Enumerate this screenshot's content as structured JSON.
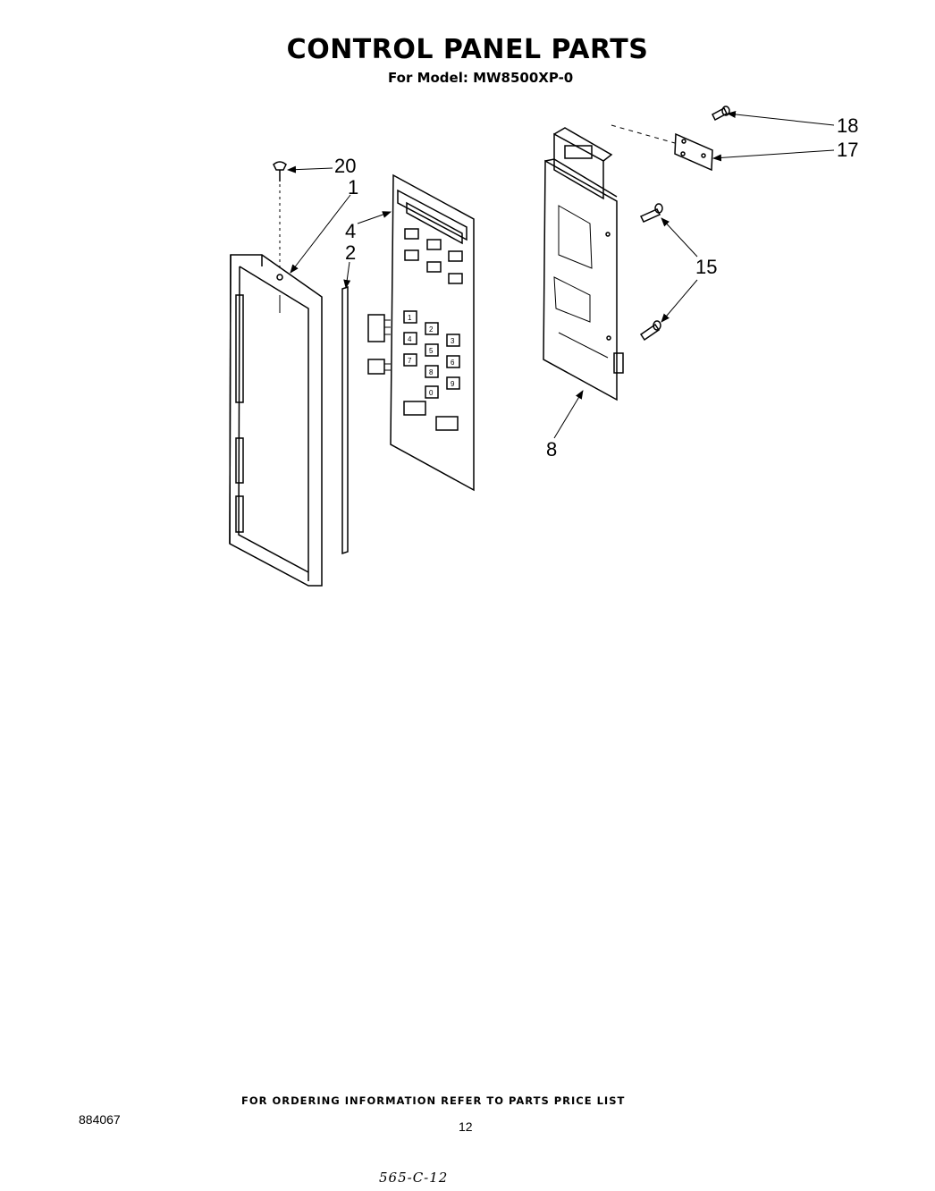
{
  "header": {
    "title": "CONTROL PANEL PARTS",
    "subtitle": "For Model: MW8500XP-0"
  },
  "diagram": {
    "callouts": [
      "20",
      "1",
      "4",
      "2",
      "18",
      "17",
      "15",
      "8"
    ],
    "keypad_digits": [
      "1",
      "2",
      "3",
      "4",
      "5",
      "6",
      "7",
      "8",
      "9",
      "0"
    ]
  },
  "footer": {
    "ordering_note": "FOR ORDERING INFORMATION REFER TO PARTS PRICE LIST",
    "doc_number": "884067",
    "page_number": "12",
    "handwritten_note": "565-C-12"
  }
}
